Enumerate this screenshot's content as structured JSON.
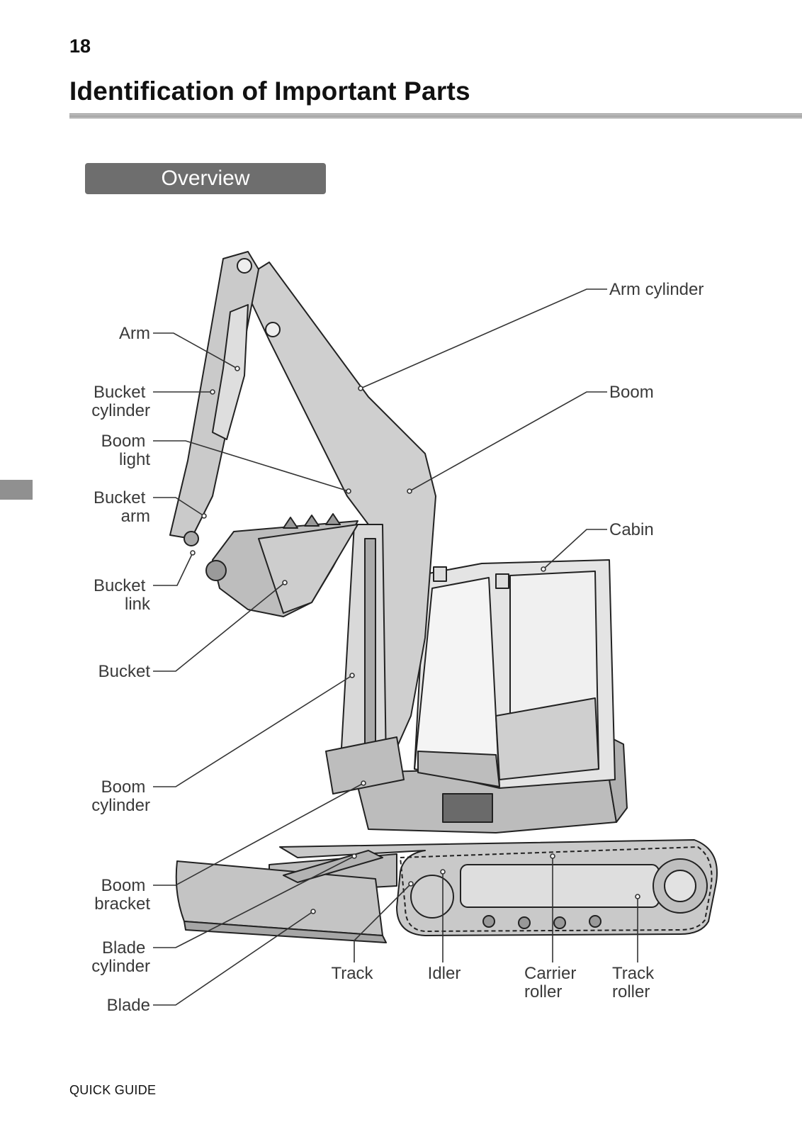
{
  "page": {
    "number": "18",
    "title": "Identification of Important Parts",
    "section": "Overview",
    "footer": "QUICK GUIDE"
  },
  "labels": {
    "arm": [
      "Arm"
    ],
    "bucket_cylinder": [
      "Bucket",
      "cylinder"
    ],
    "boom_light": [
      "Boom",
      "light"
    ],
    "bucket_arm": [
      "Bucket",
      "arm"
    ],
    "bucket_link": [
      "Bucket",
      "link"
    ],
    "bucket": [
      "Bucket"
    ],
    "boom_cylinder": [
      "Boom",
      "cylinder"
    ],
    "boom_bracket": [
      "Boom",
      "bracket"
    ],
    "blade_cylinder": [
      "Blade",
      "cylinder"
    ],
    "blade": [
      "Blade"
    ],
    "arm_cylinder": [
      "Arm cylinder"
    ],
    "boom": [
      "Boom"
    ],
    "cabin": [
      "Cabin"
    ],
    "track": [
      "Track"
    ],
    "idler": [
      "Idler"
    ],
    "carrier_roller": [
      "Carrier",
      "roller"
    ],
    "track_roller": [
      "Track",
      "roller"
    ]
  }
}
